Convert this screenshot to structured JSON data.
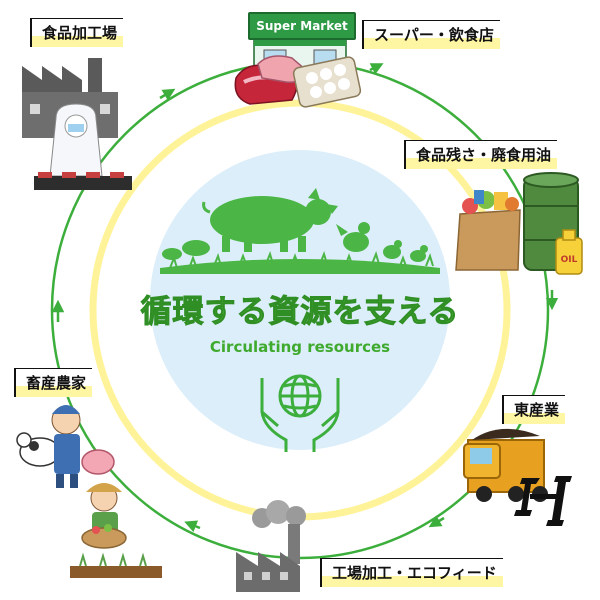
{
  "center": {
    "title": "循環する資源を支える",
    "subtitle": "Circulating resources"
  },
  "supermarket": {
    "sign": "Super Market"
  },
  "nodes": [
    {
      "id": "food-factory",
      "label": "食品加工場"
    },
    {
      "id": "supermarket",
      "label": "スーパー・飲食店"
    },
    {
      "id": "food-waste",
      "label": "食品残さ・廃食用油"
    },
    {
      "id": "tosangyo",
      "label": "東産業"
    },
    {
      "id": "eco-feed",
      "label": "工場加工・エコフィード"
    },
    {
      "id": "farmers",
      "label": "畜産農家"
    }
  ],
  "oil_can": {
    "text": "OIL"
  },
  "colors": {
    "cycle_arrow": "#3cae3c",
    "inner_ring": "#fff39a",
    "center_disc": "#d9ecf8",
    "title_green": "#4caf35"
  }
}
